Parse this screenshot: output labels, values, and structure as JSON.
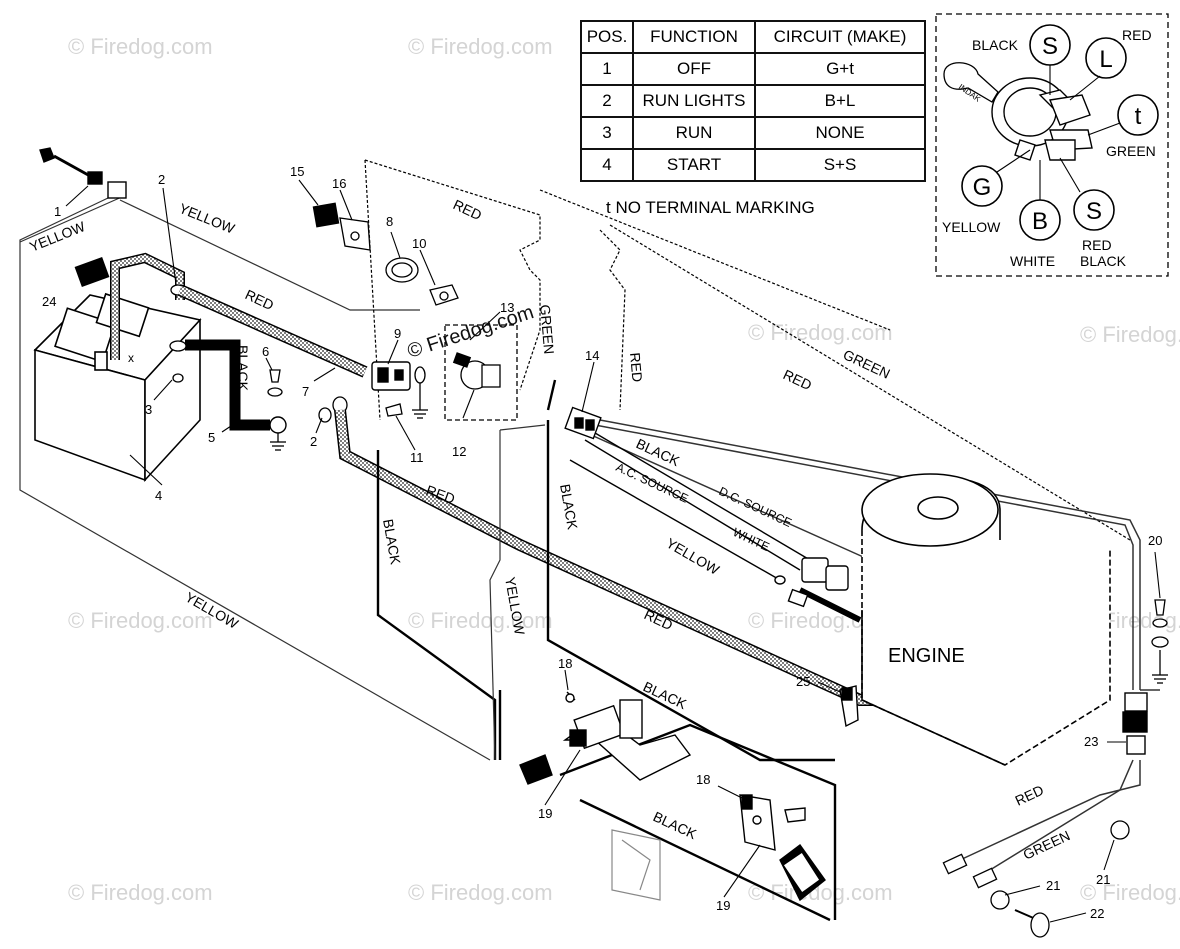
{
  "watermark": "© Firedog.com",
  "switch_table": {
    "headers": [
      "POS.",
      "FUNCTION",
      "CIRCUIT  (MAKE)"
    ],
    "rows": [
      [
        "1",
        "OFF",
        "G+t"
      ],
      [
        "2",
        "RUN LIGHTS",
        "B+L"
      ],
      [
        "3",
        "RUN",
        "NONE"
      ],
      [
        "4",
        "START",
        "S+S"
      ]
    ],
    "note": "t  NO TERMINAL MARKING"
  },
  "switch_detail": {
    "terminals": {
      "s_top": "S",
      "l": "L",
      "t": "t",
      "g": "G",
      "b": "B",
      "s_bottom": "S"
    },
    "labels": {
      "black": "BLACK",
      "red": "RED",
      "green": "GREEN",
      "yellow": "YELLOW",
      "white": "WHITE",
      "red_black_1": "RED",
      "red_black_2": "BLACK"
    },
    "key_text": "INDAK"
  },
  "wire_labels": {
    "yellow_1": "YELLOW",
    "yellow_2": "YELLOW",
    "yellow_3": "YELLOW",
    "yellow_4": "YELLOW",
    "yellow_5": "YELLOW",
    "red_1": "RED",
    "red_2": "RED",
    "red_3": "RED",
    "red_4": "RED",
    "red_5": "RED",
    "red_6": "RED",
    "green_1": "GREEN",
    "green_2": "GREEN",
    "green_3": "GREEN",
    "black_1": "BLACK",
    "black_2": "BLACK",
    "black_3": "BLACK",
    "black_4": "BLACK",
    "black_5": "BLACK",
    "black_6": "BLACK",
    "ac_source": "A.C. SOURCE",
    "dc_source": "D.C. SOURCE",
    "white": "WHITE",
    "engine": "ENGINE"
  },
  "part_numbers": {
    "p1": "1",
    "p2a": "2",
    "p2b": "2",
    "p3": "3",
    "p4": "4",
    "p5": "5",
    "p6": "6",
    "p7": "7",
    "p8": "8",
    "p9": "9",
    "p10": "10",
    "p11": "11",
    "p12": "12",
    "p13": "13",
    "p14": "14",
    "p15": "15",
    "p16": "16",
    "p18a": "18",
    "p18b": "18",
    "p19a": "19",
    "p19b": "19",
    "p20": "20",
    "p21a": "21",
    "p21b": "21",
    "p22": "22",
    "p23": "23",
    "p24": "24",
    "p25": "25"
  }
}
